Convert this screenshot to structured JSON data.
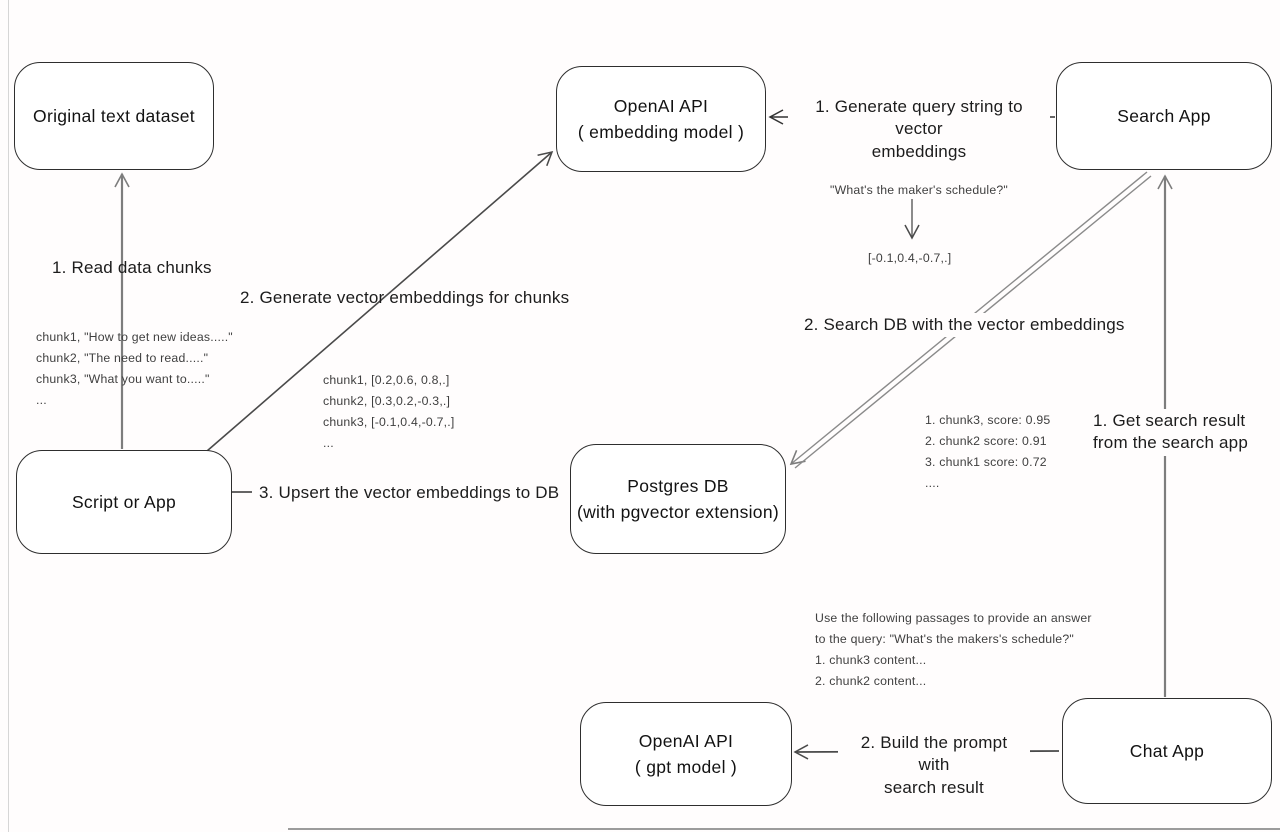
{
  "diagram_title": "RAG architecture flow (hand-drawn diagram)",
  "colors": {
    "background": "#fffdfd",
    "box_border": "#2e2e2e",
    "arrow_gray": "#7d7d7d",
    "arrow_dark": "#4a4a4a",
    "label_text": "#1c1c1c",
    "annotation_text": "#3f3f3f"
  },
  "nodes": {
    "original_dataset": {
      "label": "Original text dataset"
    },
    "openai_embedding": {
      "line1": "OpenAI API",
      "line2": "( embedding model )"
    },
    "search_app": {
      "label": "Search App"
    },
    "script_or_app": {
      "label": "Script or App"
    },
    "postgres_db": {
      "line1": "Postgres DB",
      "line2": "(with pgvector extension)"
    },
    "openai_gpt": {
      "line1": "OpenAI API",
      "line2": "( gpt model )"
    },
    "chat_app": {
      "label": "Chat App"
    }
  },
  "edges": {
    "read_chunks": "1. Read data chunks",
    "generate_embeddings": "2. Generate vector embeddings for chunks",
    "upsert": "3. Upsert the vector embeddings to DB",
    "query_to_vector": {
      "line1": "1. Generate query string to vector",
      "line2": "embeddings"
    },
    "search_db": "2. Search DB with the vector embeddings",
    "get_result": {
      "line1": "1. Get search result",
      "line2": "from the search app"
    },
    "build_prompt": {
      "line1": "2. Build the prompt with",
      "line2": "search result"
    }
  },
  "annotations": {
    "chunk_texts": [
      "chunk1, \"How to get new ideas.....\"",
      "chunk2, \"The need to read.....\"",
      "chunk3, \"What you want to.....\"",
      "..."
    ],
    "chunk_vectors": [
      "chunk1, [0.2,0.6, 0.8,.]",
      "chunk2, [0.3,0.2,-0.3,.]",
      "chunk3, [-0.1,0.4,-0.7,.]",
      "..."
    ],
    "query_text": "\"What's the maker's schedule?\"",
    "query_vector": "[-0.1,0.4,-0.7,.]",
    "search_scores": [
      "1. chunk3, score: 0.95",
      "2. chunk2 score: 0.91",
      "3. chunk1 score: 0.72",
      "...."
    ],
    "prompt_lines": [
      "Use the following passages to provide an answer",
      "to the query: \"What's the makers's schedule?\"",
      "1. chunk3 content...",
      "2. chunk2 content..."
    ]
  }
}
